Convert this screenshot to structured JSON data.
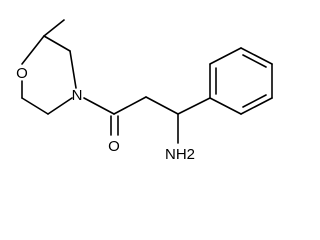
{
  "molecule": {
    "atoms": {
      "morpholine_oxygen": "O",
      "morpholine_nitrogen": "N",
      "carbonyl_oxygen": "O",
      "amine": "NH2"
    }
  },
  "colors": {
    "background": "#ffffff",
    "bond": "#000000",
    "text": "#000000"
  }
}
